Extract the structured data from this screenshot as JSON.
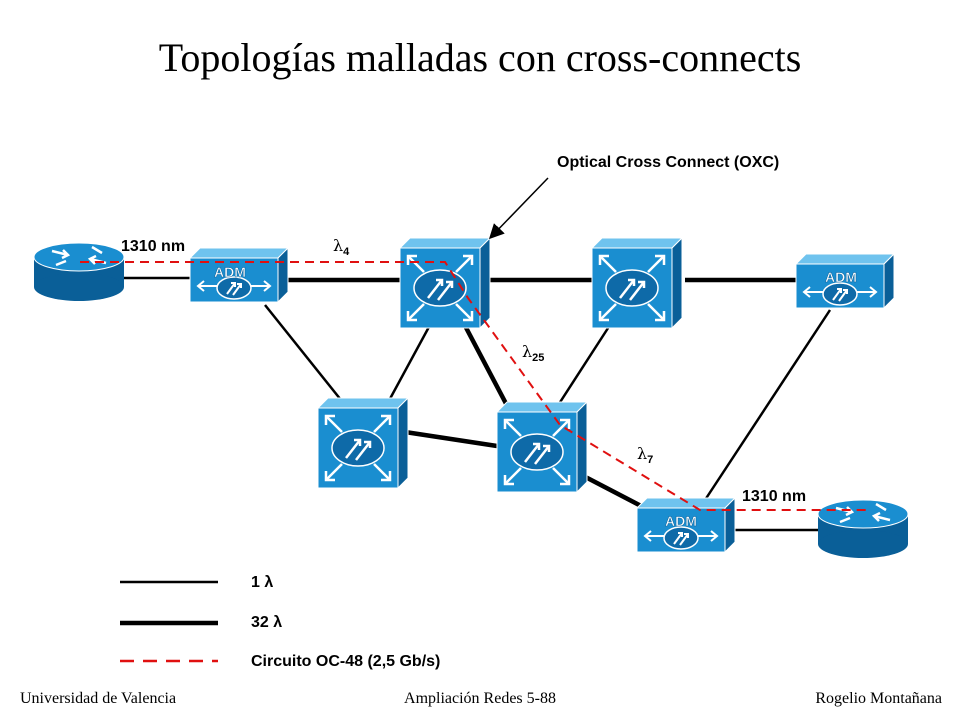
{
  "title": "Topologías malladas con cross-connects",
  "callout": "Optical Cross Connect (OXC)",
  "link_labels": {
    "wl_left": "1310 nm",
    "wl_right": "1310 nm",
    "lambda_4": {
      "sym": "λ",
      "sub": "4"
    },
    "lambda_25": {
      "sym": "λ",
      "sub": "25"
    },
    "lambda_7": {
      "sym": "λ",
      "sub": "7"
    }
  },
  "devices": {
    "adm_label": "ADM"
  },
  "legend": {
    "thin": "1 λ",
    "thick": "32 λ",
    "dashed": "Circuito OC-48 (2,5 Gb/s)"
  },
  "footer": {
    "left": "Universidad de Valencia",
    "center": "Ampliación Redes 5-88",
    "right": "Rogelio Montañana"
  },
  "colors": {
    "device_front": "#1a8ed0",
    "device_top": "#6fc3ee",
    "device_side": "#0a5f98",
    "circuit": "#e01010"
  }
}
